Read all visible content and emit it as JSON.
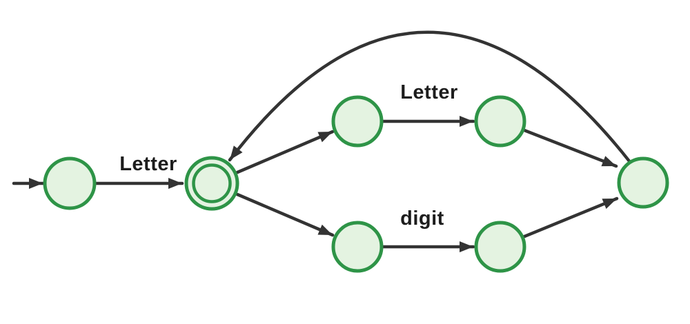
{
  "diagram": {
    "type": "finite-automaton",
    "description": "NFA fragment: identifier = Letter (Letter | digit)* with loop back from final merge state to the accepting state",
    "start_state": "s0",
    "accepting_states": [
      "s1"
    ],
    "states": [
      {
        "id": "s0",
        "accepting": false
      },
      {
        "id": "s1",
        "accepting": true
      },
      {
        "id": "s2",
        "accepting": false
      },
      {
        "id": "s3",
        "accepting": false
      },
      {
        "id": "s4",
        "accepting": false
      },
      {
        "id": "s5",
        "accepting": false
      },
      {
        "id": "s6",
        "accepting": false
      }
    ],
    "transitions": [
      {
        "from": "start",
        "to": "s0",
        "label": ""
      },
      {
        "from": "s0",
        "to": "s1",
        "label": "Letter"
      },
      {
        "from": "s1",
        "to": "s2",
        "label": ""
      },
      {
        "from": "s2",
        "to": "s3",
        "label": "Letter"
      },
      {
        "from": "s3",
        "to": "s6",
        "label": ""
      },
      {
        "from": "s1",
        "to": "s4",
        "label": ""
      },
      {
        "from": "s4",
        "to": "s5",
        "label": "digit"
      },
      {
        "from": "s5",
        "to": "s6",
        "label": ""
      },
      {
        "from": "s6",
        "to": "s1",
        "label": ""
      }
    ]
  },
  "colors": {
    "background": "#ffffff",
    "state_fill": "#e4f3e1",
    "state_stroke": "#2e9447",
    "arrow": "#333333",
    "label_text": "#1d1d1d"
  }
}
